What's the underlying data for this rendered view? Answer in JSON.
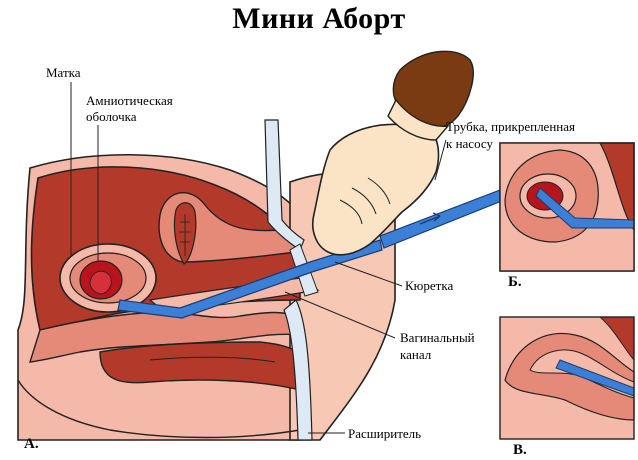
{
  "title": "Мини Аборт",
  "labels": {
    "uterus": "Матка",
    "amniotic_line1": "Амниотическая",
    "amniotic_line2": "оболочка",
    "tube_line1": "Трубка, прикрепленная",
    "tube_line2": "к насосу",
    "curette": "Кюретка",
    "vaginal_line1": "Вагинальный",
    "vaginal_line2": "канал",
    "dilator": "Расширитель"
  },
  "panels": {
    "a": "А.",
    "b": "Б.",
    "v": "В."
  },
  "colors": {
    "skin_light": "#f4b9a8",
    "tissue": "#e58a78",
    "organ_dark": "#b33a2a",
    "fetus": "#b8141e",
    "instrument_blue": "#3b7fd6",
    "glove": "#fbe3c5",
    "cuff": "#7a3a12"
  }
}
